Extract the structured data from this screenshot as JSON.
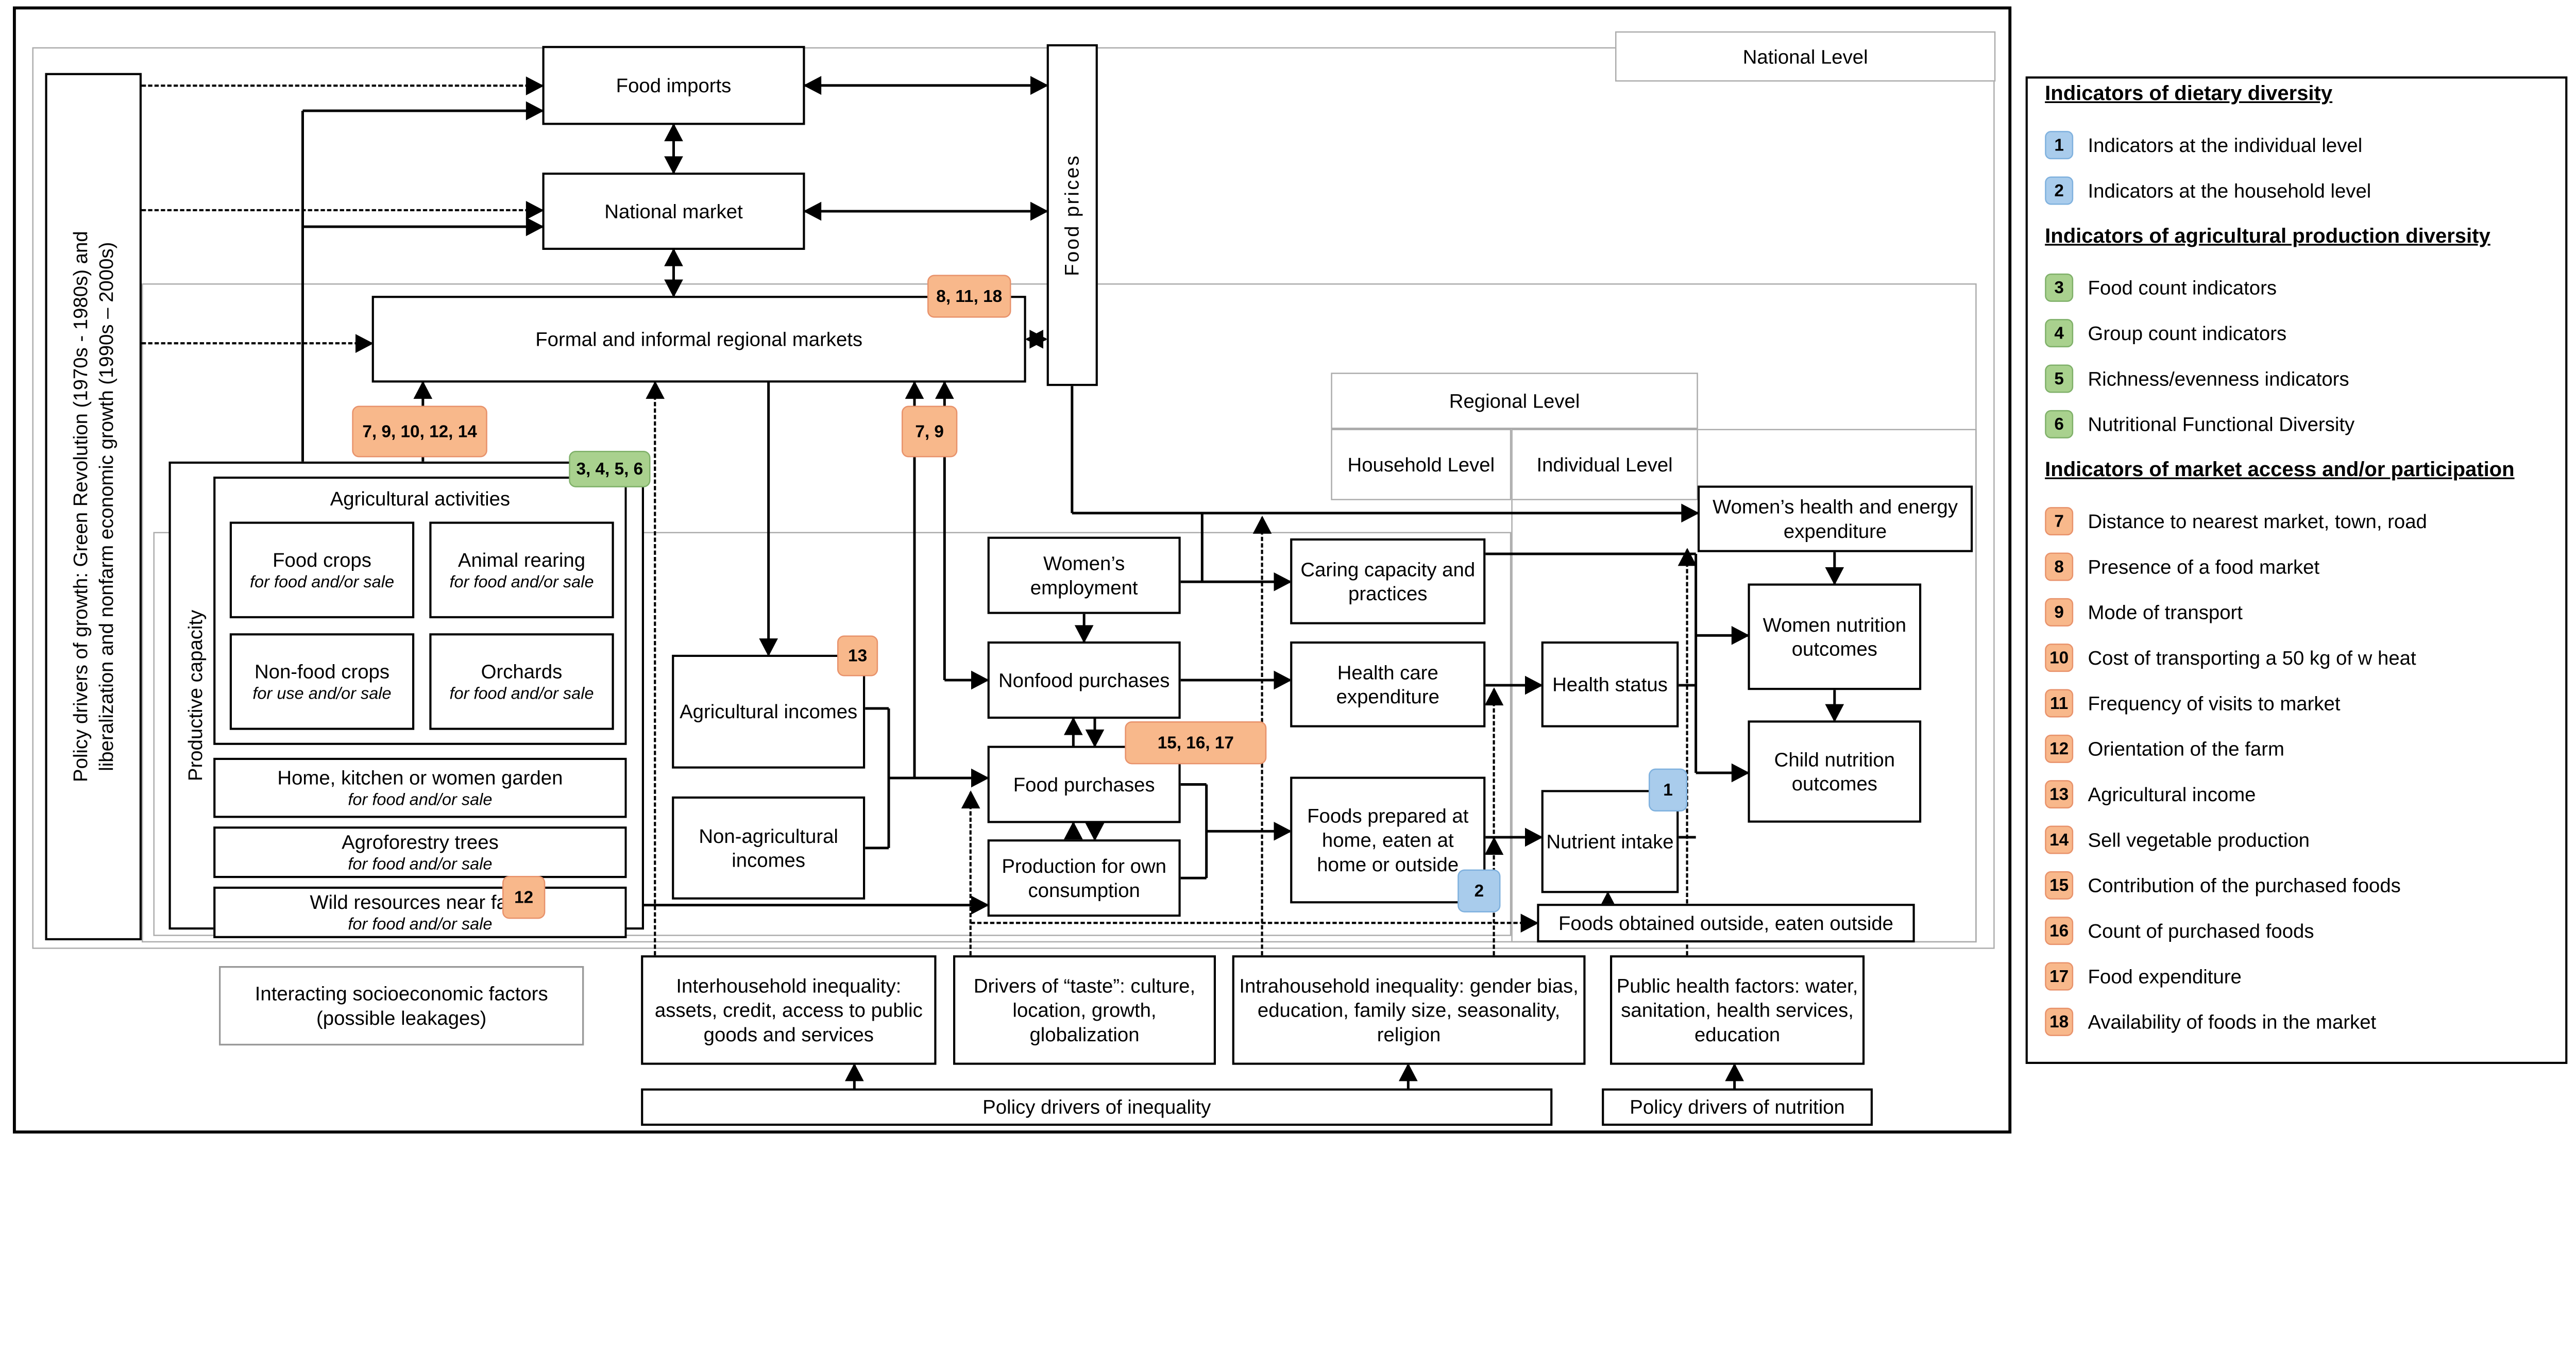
{
  "levels": {
    "national": "National Level",
    "regional": "Regional Level",
    "household": "Household Level",
    "individual": "Individual Level"
  },
  "rotated": {
    "policy_growth_line1": "Policy drivers of growth: Green Revolution (1970s - 1980s) and",
    "policy_growth_line2": "liberalization and nonfarm economic growth (1990s – 2000s)",
    "productive_capacity": "Productive capacity",
    "food_prices": "Food prices"
  },
  "boxes": {
    "food_imports": "Food imports",
    "national_market": "National market",
    "regional_markets": "Formal and informal regional markets",
    "agricultural_activities": "Agricultural activities",
    "food_crops": "Food crops",
    "animal_rearing": "Animal rearing",
    "nonfood_crops": "Non-food crops",
    "orchards": "Orchards",
    "home_garden": "Home, kitchen or women garden",
    "agroforestry": "Agroforestry trees",
    "wild_resources": "Wild resources near farm",
    "agri_incomes": "Agricultural incomes",
    "nonagri_incomes": "Non-agricultural incomes",
    "womens_employment": "Women’s employment",
    "nonfood_purchases": "Nonfood purchases",
    "food_purchases": "Food purchases",
    "production_own": "Production for own consumption",
    "caring": "Caring capacity and practices",
    "health_care": "Health care expenditure",
    "foods_prepared": "Foods prepared at home, eaten at home or outside",
    "foods_obtained": "Foods obtained outside, eaten outside",
    "health_status": "Health status",
    "nutrient_intake": "Nutrient intake",
    "womens_health": "Women’s health and energy expenditure",
    "women_nutrition": "Women nutrition outcomes",
    "child_nutrition": "Child nutrition outcomes",
    "interacting": "Interacting socioeconomic factors (possible leakages)",
    "interhousehold": "Interhousehold inequality: assets, credit, access to public goods and services",
    "taste": "Drivers of “taste”: culture, location, growth, globalization",
    "intrahousehold": "Intrahousehold inequality: gender bias, education, family size, seasonality, religion",
    "public_health": "Public health factors: water, sanitation, health services, education",
    "policy_inequality": "Policy drivers of inequality",
    "policy_nutrition": "Policy drivers of nutrition"
  },
  "subs": {
    "for_food": "for food and/or sale",
    "for_use": "for use and/or sale"
  },
  "tags": {
    "t1": "1",
    "t2": "2",
    "t3456": "3, 4, 5, 6",
    "t79": "7, 9",
    "t79101214": "7, 9, 10, 12, 14",
    "t81118": "8, 11, 18",
    "t12": "12",
    "t13": "13",
    "t151617": "15, 16, 17"
  },
  "legend": {
    "sections": [
      {
        "title": "Indicators of dietary diversity",
        "items": [
          {
            "num": "1",
            "color": "blue",
            "label": "Indicators at the individual level"
          },
          {
            "num": "2",
            "color": "blue",
            "label": "Indicators at the household level"
          }
        ]
      },
      {
        "title": "Indicators of agricultural production diversity",
        "items": [
          {
            "num": "3",
            "color": "green",
            "label": "Food count indicators"
          },
          {
            "num": "4",
            "color": "green",
            "label": "Group count indicators"
          },
          {
            "num": "5",
            "color": "green",
            "label": "Richness/evenness indicators"
          },
          {
            "num": "6",
            "color": "green",
            "label": "Nutritional Functional Diversity"
          }
        ]
      },
      {
        "title": "Indicators of market access and/or participation",
        "items": [
          {
            "num": "7",
            "color": "orange",
            "label": "Distance to nearest market, town, road"
          },
          {
            "num": "8",
            "color": "orange",
            "label": "Presence of a food market"
          },
          {
            "num": "9",
            "color": "orange",
            "label": "Mode of transport"
          },
          {
            "num": "10",
            "color": "orange",
            "label": "Cost of transporting a 50 kg of w heat"
          },
          {
            "num": "11",
            "color": "orange",
            "label": "Frequency of visits to market"
          },
          {
            "num": "12",
            "color": "orange",
            "label": "Orientation of the farm"
          },
          {
            "num": "13",
            "color": "orange",
            "label": "Agricultural income"
          },
          {
            "num": "14",
            "color": "orange",
            "label": "Sell vegetable production"
          },
          {
            "num": "15",
            "color": "orange",
            "label": "Contribution of the purchased foods"
          },
          {
            "num": "16",
            "color": "orange",
            "label": "Count of purchased foods"
          },
          {
            "num": "17",
            "color": "orange",
            "label": "Food expenditure"
          },
          {
            "num": "18",
            "color": "orange",
            "label": "Availability of foods in the market"
          }
        ]
      }
    ]
  }
}
